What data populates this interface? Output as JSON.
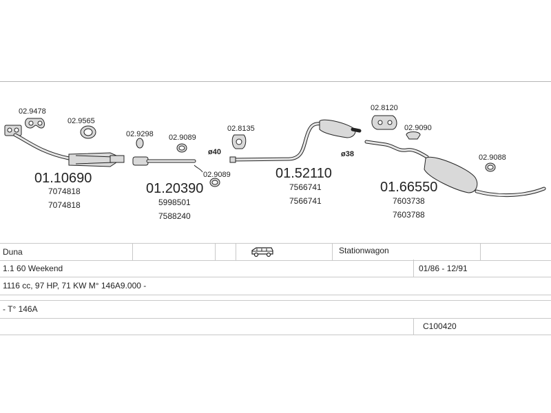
{
  "parts": {
    "p1_small_a": "02.9478",
    "p1_small_b": "02.9565",
    "p1_code": "01.10690",
    "p1_ref_a": "7074818",
    "p1_ref_b": "7074818",
    "p2_small_a": "02.9298",
    "p2_small_b": "02.9089",
    "p2_small_c": "02.9089",
    "p2_code": "01.20390",
    "p2_ref_a": "5998501",
    "p2_ref_b": "7588240",
    "dia_a": "ø40",
    "p3_small_a": "02.8135",
    "p3_code": "01.52110",
    "p3_ref_a": "7566741",
    "p3_ref_b": "7566741",
    "dia_b": "ø38",
    "p4_small_a": "02.8120",
    "p4_small_b": "02.9090",
    "p4_small_c": "02.9088",
    "p4_code": "01.66550",
    "p4_ref_a": "7603738",
    "p4_ref_b": "7603788"
  },
  "vehicle": {
    "make": "Duna",
    "body_icon": "station-wagon-icon",
    "body": "Stationwagon",
    "model": "1.1 60 Weekend",
    "years": "01/86 - 12/91",
    "engine": "1116 cc, 97 HP, 71 KW M° 146A9.000 -",
    "type": "- T° 146A",
    "catalog_code": "C100420"
  }
}
